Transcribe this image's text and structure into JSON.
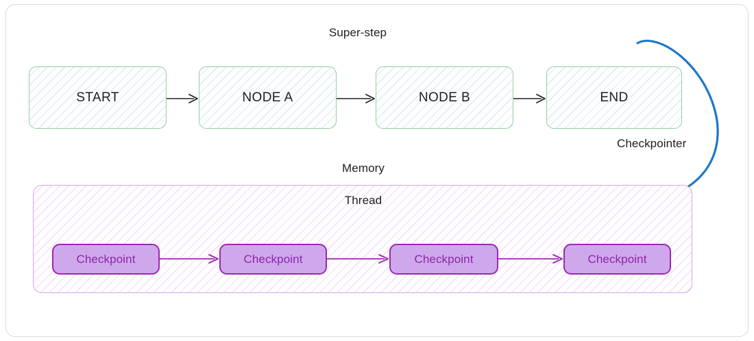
{
  "diagram": {
    "title_labels": {
      "superstep": "Super-step",
      "memory": "Memory",
      "thread": "Thread",
      "checkpointer": "Checkpointer"
    },
    "graph_nodes": [
      {
        "id": "start",
        "label": "START",
        "icon": "node-box"
      },
      {
        "id": "node-a",
        "label": "NODE A",
        "icon": "node-box"
      },
      {
        "id": "node-b",
        "label": "NODE B",
        "icon": "node-box"
      },
      {
        "id": "end",
        "label": "END",
        "icon": "node-box"
      }
    ],
    "checkpoints": [
      {
        "id": "cp-1",
        "label": "Checkpoint"
      },
      {
        "id": "cp-2",
        "label": "Checkpoint"
      },
      {
        "id": "cp-3",
        "label": "Checkpoint"
      },
      {
        "id": "cp-4",
        "label": "Checkpoint"
      }
    ],
    "connectors": [
      {
        "id": "start-to-node-a",
        "icon": "arrow-right-icon",
        "color": "#212121"
      },
      {
        "id": "node-a-to-node-b",
        "icon": "arrow-right-icon",
        "color": "#212121"
      },
      {
        "id": "node-b-to-end",
        "icon": "arrow-right-icon",
        "color": "#212121"
      },
      {
        "id": "cp1-to-cp2",
        "icon": "arrow-right-icon",
        "color": "#9c27b0"
      },
      {
        "id": "cp2-to-cp3",
        "icon": "arrow-right-icon",
        "color": "#9c27b0"
      },
      {
        "id": "cp3-to-cp4",
        "icon": "arrow-right-icon",
        "color": "#9c27b0"
      },
      {
        "id": "checkpointer-loop",
        "icon": "curved-arrow-icon",
        "color": "#1f77c4"
      }
    ],
    "colors": {
      "node_border": "#95ce9f",
      "node_hatch": "#a6cbe2",
      "memory_border": "#d6a8e8",
      "memory_hatch": "#cea3e5",
      "checkpoint_fill": "#cfa8ec",
      "checkpoint_border": "#9c27b0",
      "checkpoint_text": "#8e24aa",
      "checkpointer_arrow": "#1f77c4",
      "flow_arrow": "#212121",
      "frame_border": "#d8d8d8",
      "label_text": "#202020",
      "background": "#ffffff"
    }
  }
}
